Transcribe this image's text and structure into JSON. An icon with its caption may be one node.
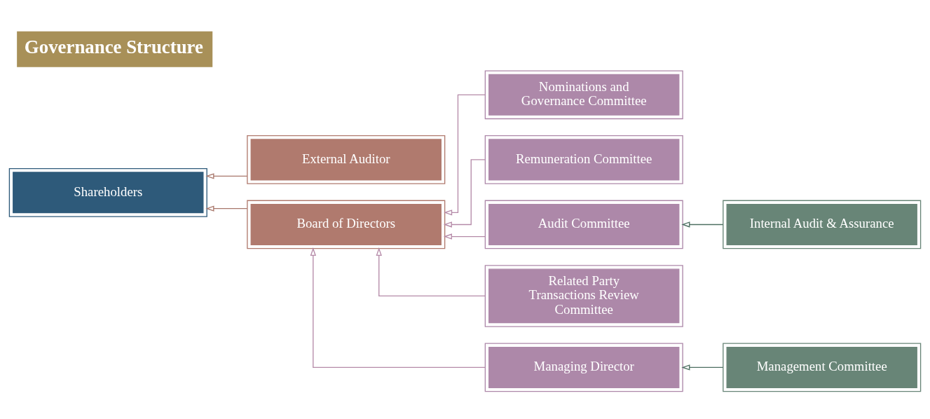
{
  "diagram": {
    "title": "Governance Structure",
    "nodes": [
      {
        "text": [
          "Shareholders"
        ]
      },
      {
        "text": [
          "External Auditor"
        ]
      },
      {
        "text": [
          "Board of Directors"
        ]
      },
      {
        "text": [
          "Nominations and Governance Committee"
        ]
      },
      {
        "text": [
          "Remuneration Committee"
        ]
      },
      {
        "text": [
          "Audit Committee"
        ]
      },
      {
        "text": [
          "Related Party Transactions Review Committee"
        ]
      },
      {
        "text": [
          "Managing Director"
        ]
      },
      {
        "text": [
          "Internal Audit & Assurance"
        ]
      },
      {
        "text": [
          "Management Committee"
        ]
      }
    ],
    "edges": [
      {
        "from": 1,
        "to": 0,
        "arrow": "to",
        "color": "#a8776b"
      },
      {
        "from": 2,
        "to": 0,
        "arrow": "to",
        "color": "#a8776b"
      },
      {
        "from": 3,
        "to": 2,
        "arrow": "to"
      },
      {
        "from": 4,
        "to": 2,
        "arrow": "to"
      },
      {
        "from": 5,
        "to": 2,
        "arrow": "to"
      },
      {
        "from": 6,
        "to": 2,
        "arrow": "to"
      },
      {
        "from": 7,
        "to": 2,
        "arrow": "to"
      },
      {
        "from": 8,
        "to": 5,
        "arrow": "to",
        "color": "#4d6f62"
      },
      {
        "from": 9,
        "to": 7,
        "arrow": "to",
        "color": "#4d6f62"
      }
    ]
  }
}
